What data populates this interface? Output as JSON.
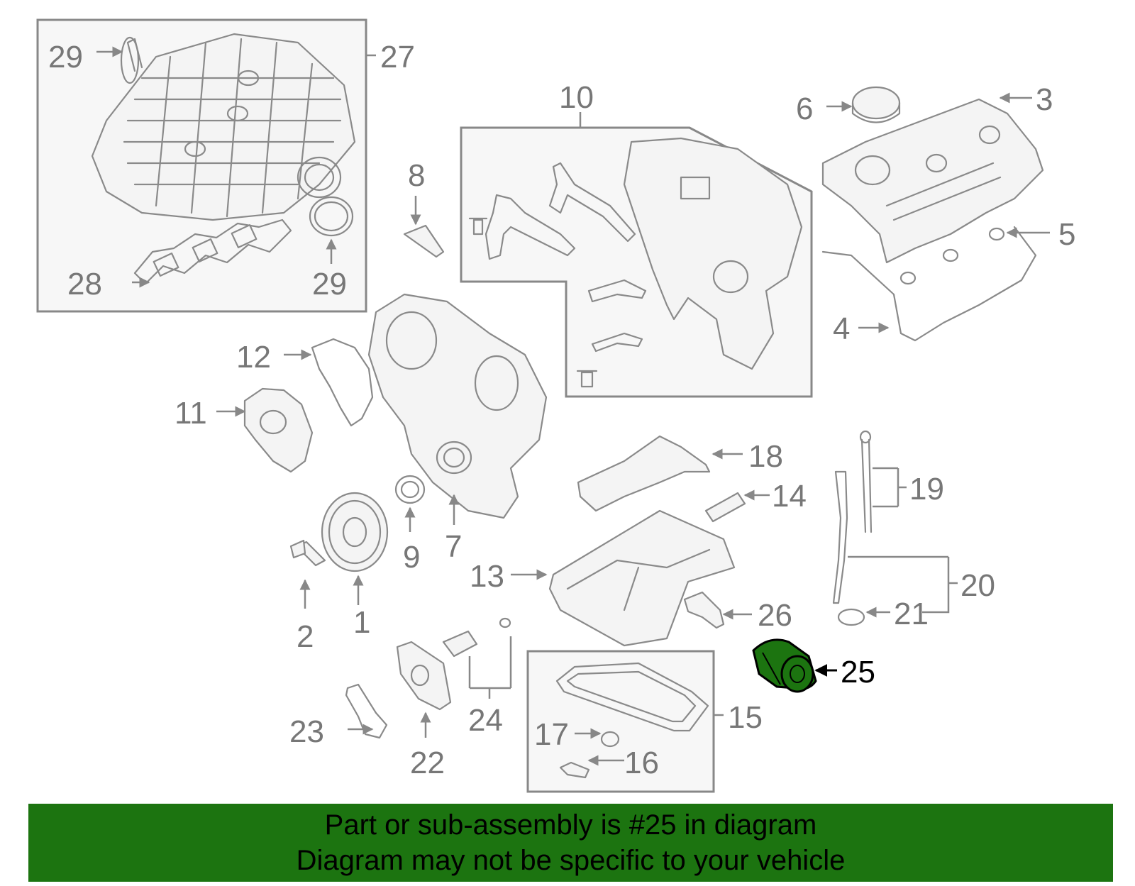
{
  "callouts": {
    "c1": "1",
    "c2": "2",
    "c3": "3",
    "c4": "4",
    "c5": "5",
    "c6": "6",
    "c7": "7",
    "c8": "8",
    "c9": "9",
    "c10": "10",
    "c11": "11",
    "c12": "12",
    "c13": "13",
    "c14": "14",
    "c15": "15",
    "c16": "16",
    "c17": "17",
    "c18": "18",
    "c19": "19",
    "c20": "20",
    "c21": "21",
    "c22": "22",
    "c23": "23",
    "c24": "24",
    "c25": "25",
    "c26": "26",
    "c27": "27",
    "c28": "28",
    "c29a": "29",
    "c29b": "29"
  },
  "highlight": {
    "part_number": "25",
    "color": "#1c7410"
  },
  "banner": {
    "line1": "Part or sub-assembly is #25 in diagram",
    "line2": "Diagram may not be specific to your vehicle",
    "background": "#1c7410"
  }
}
